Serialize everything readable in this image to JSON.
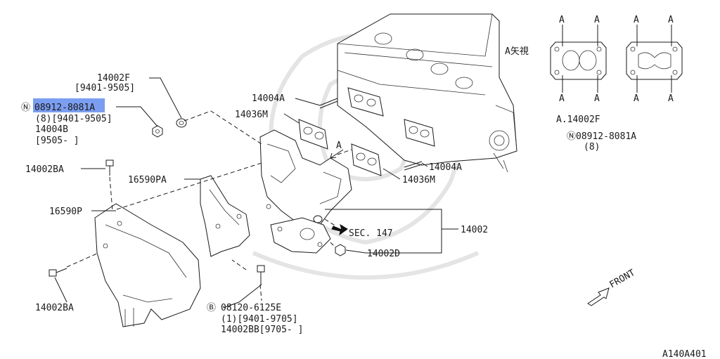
{
  "diagram_id": "A140A401",
  "view_title": "A矢視",
  "front_label": "FRONT",
  "arrow_marker": "A",
  "callouts": {
    "p14002F": "14002F",
    "p14002F_range": "[9401-9505]",
    "nut_prefix": "Ⓝ",
    "nut_number": "08912-8081A",
    "nut_qty_range": "(8)[9401-9505]",
    "p14004B": "14004B",
    "p14004B_range": "[9505-     ]",
    "p14002BA_top": "14002BA",
    "p16590PA": "16590PA",
    "p16590P": "16590P",
    "p14002BA_bottom": "14002BA",
    "p14004A_top": "14004A",
    "p14036M_top": "14036M",
    "p14004A_right": "14004A",
    "p14036M_right": "14036M",
    "sec_147": "SEC. 147",
    "p14002": "14002",
    "p14002D": "14002D",
    "bolt_prefix": "Ⓑ",
    "bolt_number": "08120-6125E",
    "bolt_qty_range": "(1)[9401-9705]",
    "p14002BB": "14002BB[9705-     ]"
  },
  "detail": {
    "gasket_label": "A.14002F",
    "nut_number": "Ⓝ08912-8081A",
    "nut_qty": "(8)",
    "corner_marks": [
      "A",
      "A",
      "A",
      "A",
      "A",
      "A",
      "A",
      "A"
    ]
  },
  "highlight": {
    "color": "#7b9ef0",
    "target": "nut_number"
  }
}
